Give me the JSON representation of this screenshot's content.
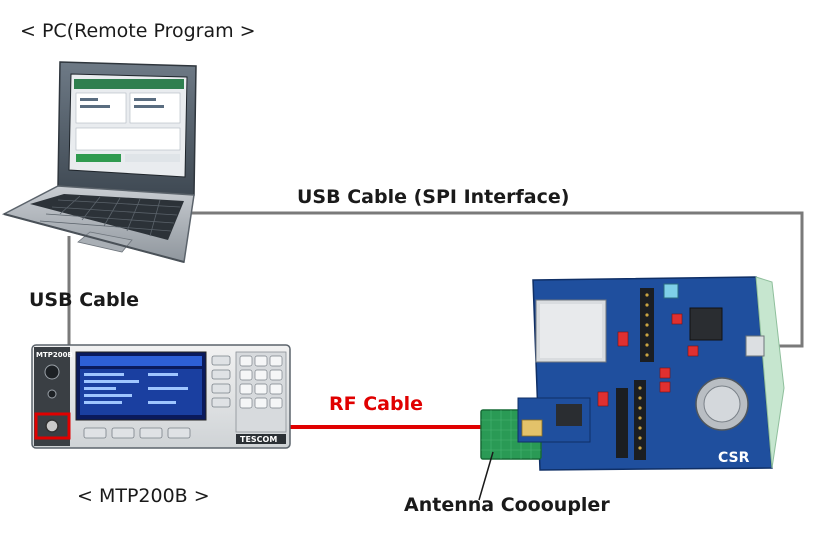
{
  "labels": {
    "pc": "< PC(Remote Program >",
    "usb_spi": "USB Cable (SPI Interface)",
    "usb_cable": "USB Cable",
    "rf_cable": "RF Cable",
    "mtp": "< MTP200B >",
    "coupler": "Antenna Coooupler"
  },
  "instrument": {
    "model": "MTP200B",
    "brand": "TESCOM"
  },
  "board": {
    "brand": "CSR"
  },
  "colors": {
    "usb_cable": "#7a7a7a",
    "rf_cable": "#e00000",
    "rf_label": "#e00000",
    "port_highlight": "#e00000",
    "board": "#1f4f9e",
    "coupler": "#2a9a55"
  }
}
